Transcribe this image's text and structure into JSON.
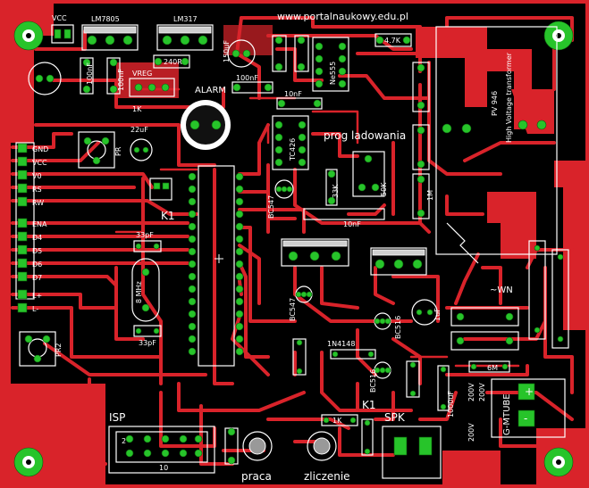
{
  "board": {
    "url": "www.portalnaukowy.edu.pl",
    "colors": {
      "copper": "#d9232a",
      "pad": "#27c42a",
      "silk": "#ffffff",
      "background": "#000000"
    }
  },
  "labels": {
    "vcc_top": "VCC",
    "lm7805": "LM7805",
    "lm317": "LM317",
    "vreg": "VREG",
    "r_1k": "1K",
    "r_240r": "240R",
    "c_100nf_a": "100nF",
    "c_100nf_b": "100nF",
    "c_100nf_c": "100nF",
    "c_10nf_a": "10nF",
    "c_10nf_b": "10nF",
    "c_22uf": "22uF",
    "c_150uf": "150uF",
    "c_1uf": "1uF",
    "c_1000uf": "1000uF",
    "alarm": "ALARM",
    "ne555": "Ne555",
    "tc426": "TC426",
    "prog": "prog ladowania",
    "r_47k": "4.7K",
    "r_33k": "33K",
    "r_50k": "50K",
    "r_1m": "1M",
    "r_6m": "6M",
    "r_1k_spk": "1K",
    "bc547_a": "BC547",
    "bc547_b": "BC547",
    "bc516_a": "BC516",
    "bc516_b": "BC516",
    "d_1n4148": "1N4148",
    "k1": "K1",
    "k1b": "K1",
    "pr1": "PR",
    "pr2": "PR2",
    "c_33pf_a": "33pF",
    "c_33pf_b": "33pF",
    "xtal": "8 MHz",
    "isp": "ISP",
    "isp_pin2": "2",
    "isp_pin10": "10",
    "spk": "SPK",
    "praca": "praca",
    "zliczenie": "zliczenie",
    "wn": "~WN",
    "pv": "PV 946",
    "hv": "High Voltage transformer",
    "gmtube": "G-MTUBE",
    "v200_a": "200V",
    "v200_b": "200V",
    "v200_c": "200V",
    "plus": "+",
    "minus": "-"
  },
  "lcd_pins": [
    "GND",
    "VCC",
    "V0",
    "RS",
    "RW",
    "ENA",
    "D4",
    "D5",
    "D6",
    "D7",
    "L+",
    "L-"
  ]
}
